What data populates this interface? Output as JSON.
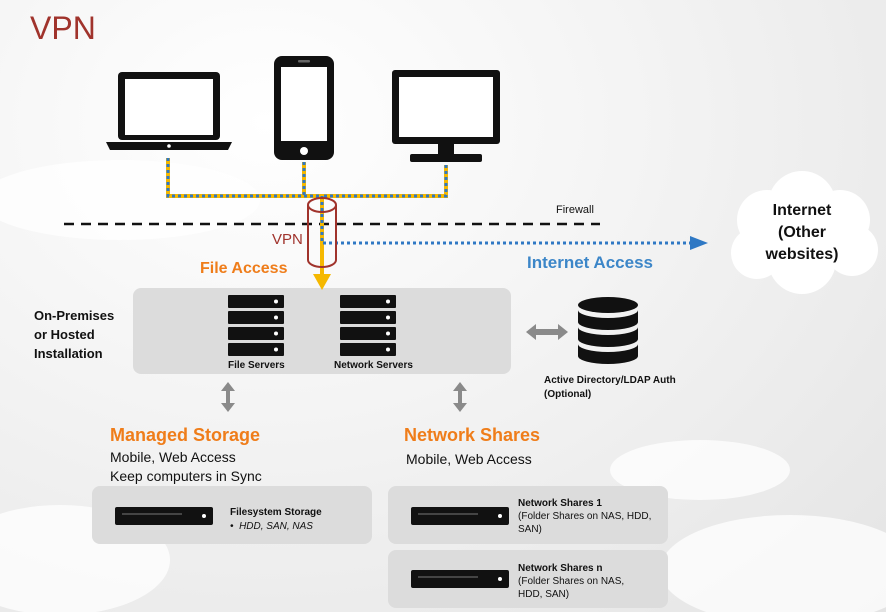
{
  "title": "VPN",
  "firewall_label": "Firewall",
  "vpn_label": "VPN",
  "file_access_label": "File Access",
  "internet_access_label": "Internet Access",
  "internet": {
    "line1": "Internet",
    "line2": "(Other",
    "line3": "websites)"
  },
  "on_premises": {
    "line1": "On-Premises",
    "line2": "or Hosted",
    "line3": "Installation"
  },
  "file_servers_label": "File Servers",
  "network_servers_label": "Network Servers",
  "ad": {
    "line1": "Active Directory/LDAP Auth",
    "line2": "(Optional)"
  },
  "managed_storage": {
    "title": "Managed Storage",
    "line1": "Mobile, Web Access",
    "line2": "Keep computers in Sync"
  },
  "network_shares": {
    "title": "Network Shares",
    "line1": "Mobile, Web Access"
  },
  "filesystem_storage": {
    "title": "Filesystem Storage",
    "bullet": "HDD, SAN, NAS"
  },
  "share1": {
    "title": "Network Shares 1",
    "line1": "(Folder Shares on NAS, HDD,",
    "line2": "SAN)"
  },
  "sharen": {
    "title": "Network Shares n",
    "line1": "(Folder Shares on NAS,",
    "line2": "HDD, SAN)"
  },
  "colors": {
    "orange": "#ef7d1a",
    "blue": "#3c86c8",
    "vpn_red": "#a0332c",
    "yellow": "#f5b800"
  }
}
